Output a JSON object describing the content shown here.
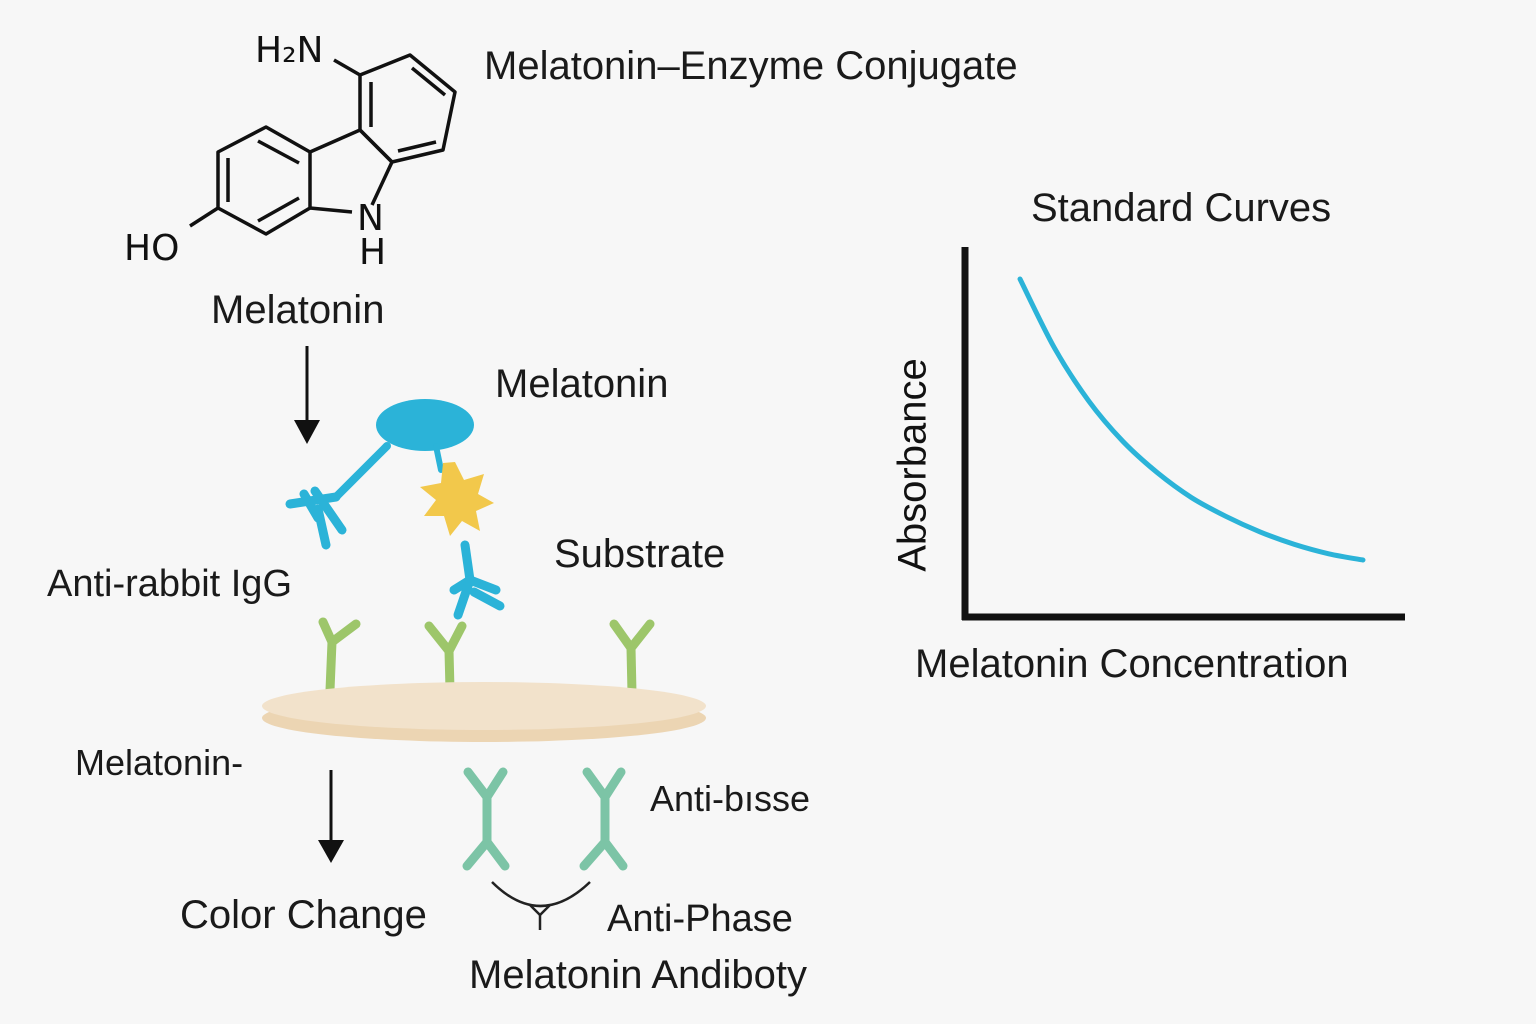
{
  "molecule": {
    "amine_label": "H₂N",
    "hydroxyl_label": "HO",
    "nitrogen_label": "N",
    "nh_h_label": "H",
    "name": "Melatonin"
  },
  "labels": {
    "conjugate": "Melatonin–Enzyme Conjugate",
    "melatonin_top": "Melatonin",
    "substrate": "Substrate",
    "anti_rabbit_igg": "Anti-rabbit IgG",
    "melatonin_dash": "Melatonin-",
    "anti_bisse": "Anti-bısse",
    "color_change": "Color Change",
    "anti_phase": "Anti-Phase",
    "melatonin_antibody": "Melatonin Andiboty"
  },
  "colors": {
    "blue": "#2bb3d8",
    "star": "#f2c84b",
    "green": "#9dc66a",
    "teal": "#7cc4a6",
    "plate": "#f1dfc4",
    "ink": "#111111"
  },
  "chart_data": {
    "type": "line",
    "title": "Standard Curves",
    "xlabel": "Melatonin Concentration",
    "ylabel": "Absorbance",
    "ticks": "none",
    "series": [
      {
        "color": "#2bb3d8",
        "points": [
          [
            0.0,
            1.0
          ],
          [
            0.1,
            0.78
          ],
          [
            0.2,
            0.61
          ],
          [
            0.3,
            0.48
          ],
          [
            0.4,
            0.38
          ],
          [
            0.5,
            0.3
          ],
          [
            0.6,
            0.24
          ],
          [
            0.7,
            0.19
          ],
          [
            0.8,
            0.15
          ],
          [
            0.9,
            0.12
          ],
          [
            1.0,
            0.1
          ]
        ]
      }
    ]
  }
}
